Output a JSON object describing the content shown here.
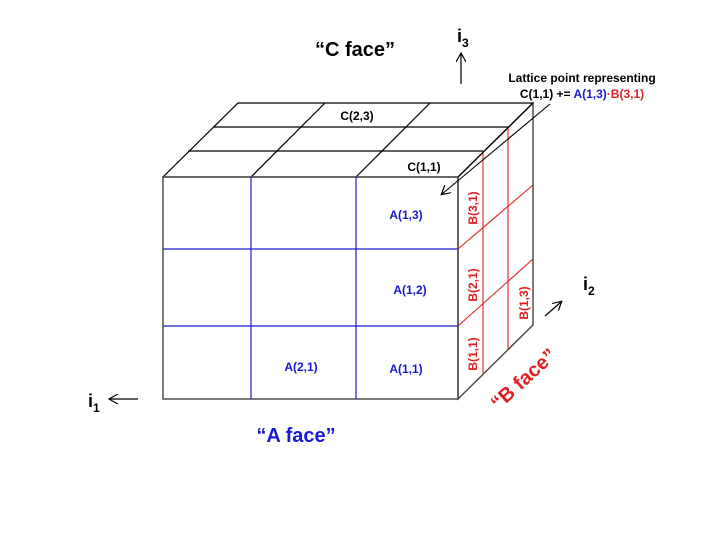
{
  "colors": {
    "a": "#1a1acc",
    "b": "#e02020",
    "c": "#000000",
    "edge": "#555555"
  },
  "faces": {
    "c_face": "“C face”",
    "a_face": "“A face”",
    "b_face": "“B face”"
  },
  "axes": {
    "i1": {
      "base": "i",
      "sub": "1"
    },
    "i2": {
      "base": "i",
      "sub": "2"
    },
    "i3": {
      "base": "i",
      "sub": "3"
    }
  },
  "annotation": {
    "line1": "Lattice point representing",
    "line2_c": "C(1,1) += ",
    "line2_a": "A(1,3)",
    "line2_dot": "·",
    "line2_b": "B(3,1)"
  },
  "c_labels": {
    "c23": "C(2,3)",
    "c11": "C(1,1)"
  },
  "a_labels": {
    "a13": "A(1,3)",
    "a12": "A(1,2)",
    "a11": "A(1,1)",
    "a21": "A(2,1)"
  },
  "b_labels": {
    "b31": "B(3,1)",
    "b21": "B(2,1)",
    "b11": "B(1,1)",
    "b13": "B(1,3)"
  }
}
